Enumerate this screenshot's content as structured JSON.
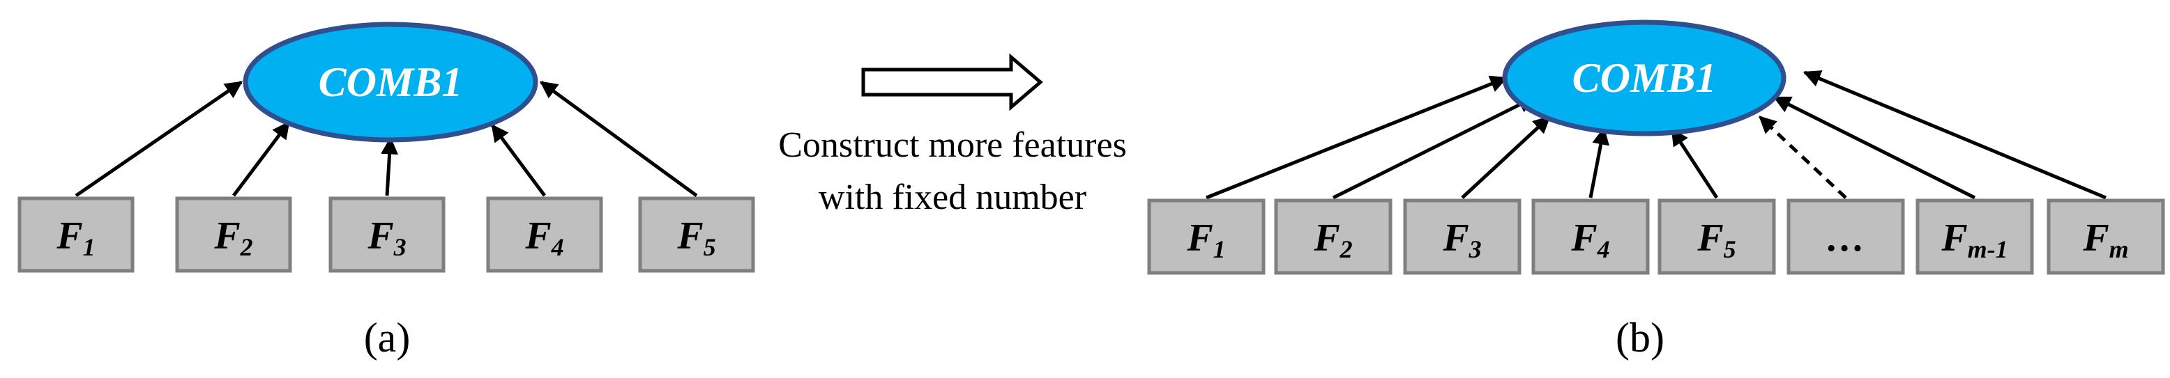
{
  "panel_a": {
    "combiner": "COMB1",
    "features": [
      {
        "base": "F",
        "sub": "1"
      },
      {
        "base": "F",
        "sub": "2"
      },
      {
        "base": "F",
        "sub": "3"
      },
      {
        "base": "F",
        "sub": "4"
      },
      {
        "base": "F",
        "sub": "5"
      }
    ],
    "caption": "(a)"
  },
  "panel_b": {
    "combiner": "COMB1",
    "features": [
      {
        "base": "F",
        "sub": "1"
      },
      {
        "base": "F",
        "sub": "2"
      },
      {
        "base": "F",
        "sub": "3"
      },
      {
        "base": "F",
        "sub": "4"
      },
      {
        "base": "F",
        "sub": "5"
      },
      {
        "base": "…",
        "sub": ""
      },
      {
        "base": "F",
        "sub": "m-1"
      },
      {
        "base": "F",
        "sub": "m"
      }
    ],
    "dashed_feature_index": 5,
    "caption": "(b)"
  },
  "transition": {
    "line1": "Construct more features",
    "line2": "with fixed number",
    "arrow_icon": "right-hollow-arrow-icon"
  }
}
